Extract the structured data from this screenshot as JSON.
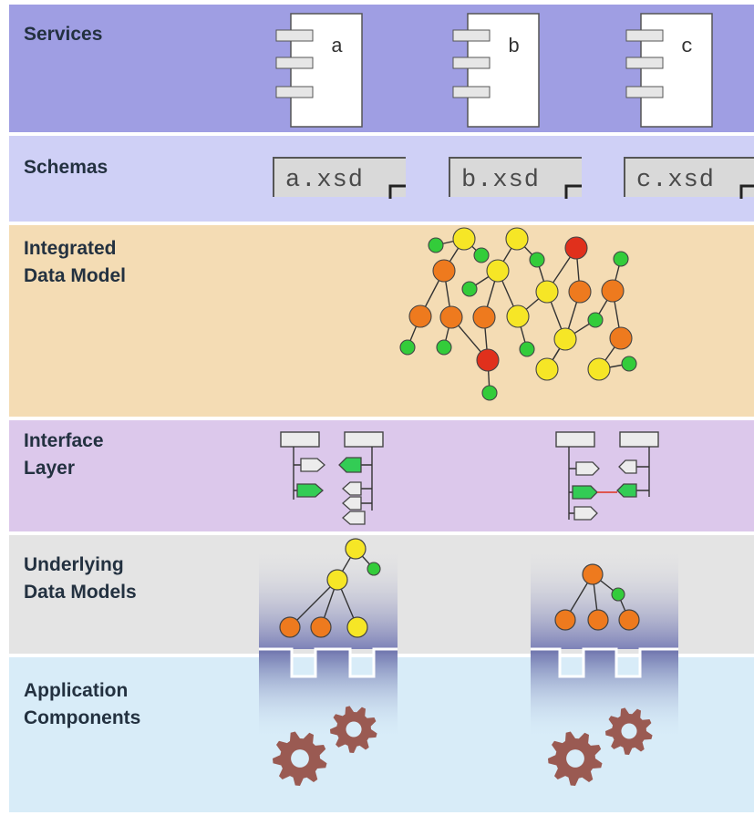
{
  "layers": [
    {
      "id": "services",
      "lines": [
        "Services"
      ],
      "color": "#9f9ee3"
    },
    {
      "id": "schemas",
      "lines": [
        "Schemas"
      ],
      "color": "#cfd0f6"
    },
    {
      "id": "integrated",
      "lines": [
        "Integrated",
        "Data Model"
      ],
      "color": "#f4dcb4"
    },
    {
      "id": "interface",
      "lines": [
        "Interface",
        "Layer"
      ],
      "color": "#dcc8eb"
    },
    {
      "id": "underlying",
      "lines": [
        "Underlying",
        "Data Models"
      ],
      "color": "#e4e4e4"
    },
    {
      "id": "application",
      "lines": [
        "Application",
        "Components"
      ],
      "color": "#d8ecf8"
    }
  ],
  "services": [
    "a",
    "b",
    "c"
  ],
  "schemas": [
    "a.xsd",
    "b.xsd",
    "c.xsd"
  ],
  "colors": {
    "node_red": "#e0301c",
    "node_orange": "#ee7a1e",
    "node_yellow": "#f6e626",
    "node_green": "#33cc3a",
    "connector_green": "#33cc55",
    "gear": "#9a5a52",
    "tray": "#5e6498"
  },
  "icons": [
    "service-component-icon",
    "schema-file-icon",
    "interface-mapping-icon",
    "gear-icon",
    "tree-node-icon"
  ]
}
